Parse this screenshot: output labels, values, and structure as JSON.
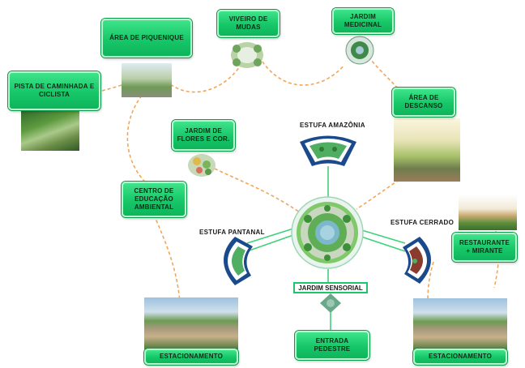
{
  "boxes": {
    "area_piquenique": "ÁREA DE PIQUENIQUE",
    "viveiro_mudas": "VIVEIRO DE MUDAS",
    "jardim_medicinal": "JARDIM MEDICINAL",
    "pista_caminhada": "PISTA DE CAMINHADA E CICLISTA",
    "area_descanso": "ÁREA DE DESCANSO",
    "jardim_flores": "JARDIM DE FLORES E COR.",
    "centro_educacao": "CENTRO DE EDUCAÇÃO AMBIENTAL",
    "restaurante": "RESTAURANTE + MIRANTE",
    "entrada": "ENTRADA PEDESTRE",
    "estacionamento_left": "ESTACIONAMENTO",
    "estacionamento_right": "ESTACIONAMENTO"
  },
  "labels": {
    "estufa_amazonia": "ESTUFA AMAZÔNIA",
    "estufa_pantanal": "ESTUFA PANTANAL",
    "estufa_cerrado": "ESTUFA CERRADO",
    "jardim_sensorial": "JARDIM SENSORIAL"
  },
  "colors": {
    "box_green": "#16c768",
    "dashed_orange": "#f2a65a",
    "link_green": "#3dd17a"
  }
}
